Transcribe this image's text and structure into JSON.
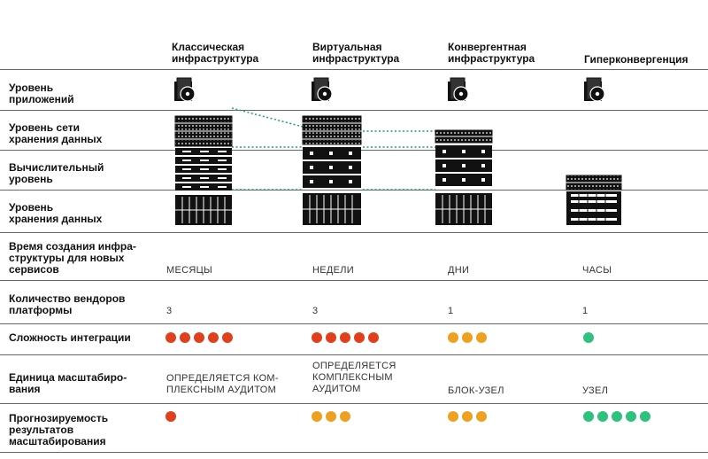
{
  "columns": [
    "Классическая\nинфраструктура",
    "Виртуальная\nинфраструктура",
    "Конвергентная\nинфраструктура",
    "Гиперконвергенция"
  ],
  "rows": {
    "app_level": "Уровень\nприложений",
    "san_level": "Уровень сети\nхранения данных",
    "compute_level": "Вычислительный\nуровень",
    "storage_level": "Уровень\nхранения данных",
    "creation_time": "Время создания инфра-\nструктуры для новых\nсервисов",
    "vendors": "Количество вендоров\nплатформы",
    "complexity": "Сложность интеграции",
    "scaling_unit": "Единица масштабиро-\nвания",
    "predictability": "Прогнозируемость\nрезультатов\nмасштабирования"
  },
  "creation_time_values": [
    "МЕСЯЦЫ",
    "НЕДЕЛИ",
    "ДНИ",
    "ЧАСЫ"
  ],
  "vendor_values": [
    "3",
    "3",
    "1",
    "1"
  ],
  "scaling_unit_values": [
    "ОПРЕДЕЛЯЕТСЯ КОМ-\nПЛЕКСНЫМ АУДИТОМ",
    "ОПРЕДЕЛЯЕТСЯ\nКОМПЛЕКСНЫМ\nАУДИТОМ",
    "БЛОК-УЗЕЛ",
    "УЗЕЛ"
  ],
  "complexity_dots": [
    {
      "count": 5,
      "color": "#e0401c"
    },
    {
      "count": 5,
      "color": "#e0401c"
    },
    {
      "count": 3,
      "color": "#f0a020"
    },
    {
      "count": 1,
      "color": "#2ec27e"
    }
  ],
  "predictability_dots": [
    {
      "count": 1,
      "color": "#e0401c"
    },
    {
      "count": 3,
      "color": "#f0a020"
    },
    {
      "count": 3,
      "color": "#f0a020"
    },
    {
      "count": 5,
      "color": "#2ec27e"
    }
  ],
  "icons": {
    "app": "app-disc-icon",
    "san": "san-switch-icon",
    "compute": "server-blade-icon",
    "storage": "disk-array-icon"
  },
  "colors": {
    "connector": "#1aa07a",
    "hardware": "#111111"
  }
}
